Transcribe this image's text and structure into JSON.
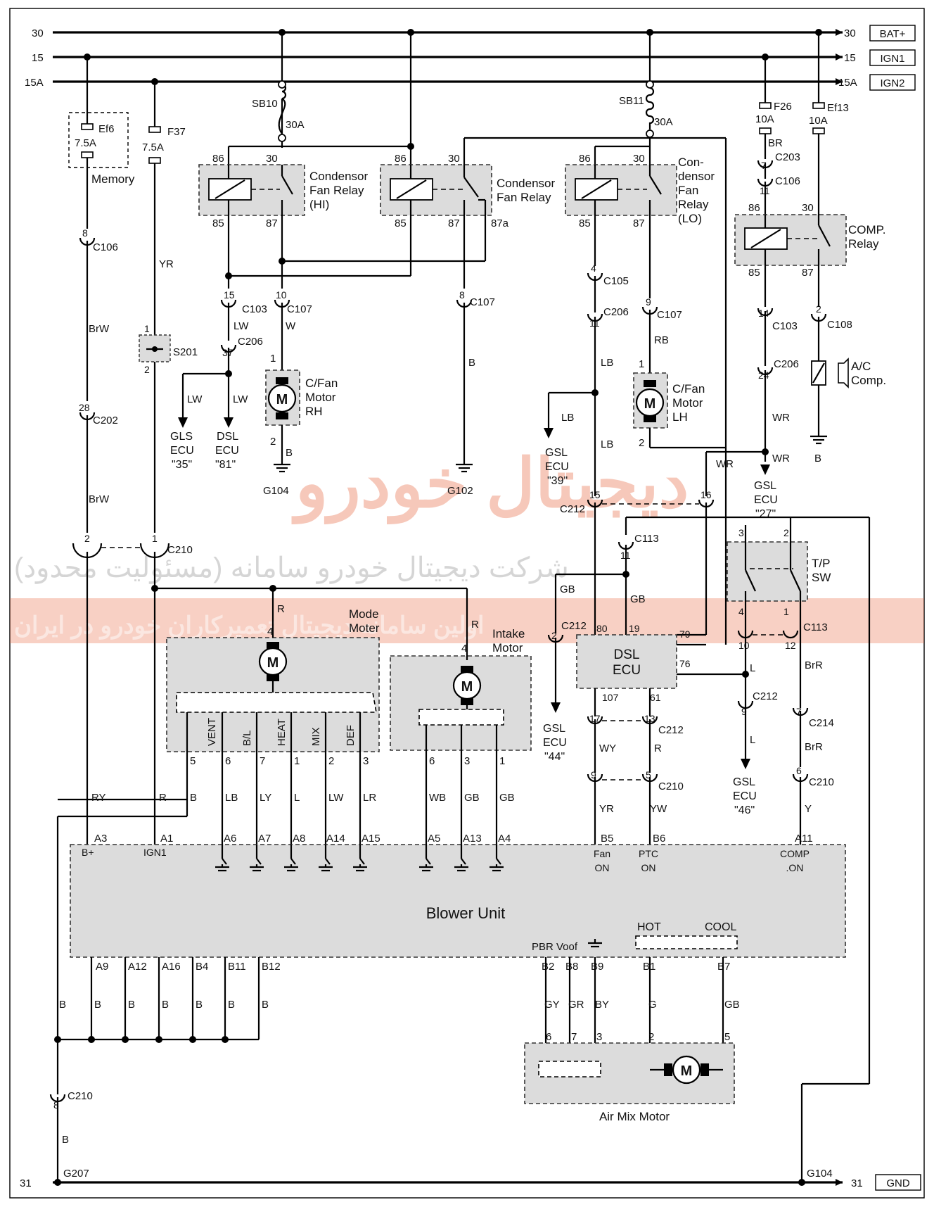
{
  "buses": [
    {
      "left": "30",
      "right": "30",
      "name": "BAT+"
    },
    {
      "left": "15",
      "right": "15",
      "name": "IGN1"
    },
    {
      "left": "15A",
      "right": "15A",
      "name": "IGN2"
    }
  ],
  "ground_bus": {
    "left": "31",
    "right": "31",
    "name": "GND"
  },
  "fuses": {
    "ef6": {
      "name": "Ef6",
      "rating": "7.5A"
    },
    "f37": {
      "name": "F37",
      "rating": "7.5A"
    },
    "sb10": {
      "name": "SB10",
      "rating": "30A"
    },
    "sb11": {
      "name": "SB11",
      "rating": "30A"
    },
    "f26": {
      "name": "F26",
      "rating": "10A"
    },
    "ef13": {
      "name": "Ef13",
      "rating": "10A"
    }
  },
  "memory_label": "Memory",
  "relays": {
    "hi": {
      "line1": "Condensor",
      "line2": "Fan Relay",
      "line3": "(HI)"
    },
    "mid": {
      "line1": "Condensor",
      "line2": "Fan Relay"
    },
    "lo": {
      "line1": "Con-",
      "line2": "densor",
      "line3": "Fan",
      "line4": "Relay",
      "line5": "(LO)"
    },
    "comp": {
      "line1": "COMP.",
      "line2": "Relay"
    }
  },
  "pins": {
    "p86": "86",
    "p30": "30",
    "p85": "85",
    "p87": "87",
    "p87a": "87a"
  },
  "connectors": {
    "c106": "C106",
    "c103": "C103",
    "c107": "C107",
    "c206": "C206",
    "c202": "C202",
    "c105": "C105",
    "c203": "C203",
    "c108": "C108",
    "c210": "C210",
    "c212": "C212",
    "c113": "C113",
    "c214": "C214",
    "s201": "S201"
  },
  "wires": {
    "brw": "BrW",
    "yr": "YR",
    "lw": "LW",
    "w": "W",
    "b": "B",
    "lb": "LB",
    "rb": "RB",
    "br": "BR",
    "wr": "WR",
    "gb": "GB",
    "r": "R",
    "l": "L",
    "brr": "BrR",
    "y": "Y",
    "wy": "WY",
    "yw": "YW",
    "ry": "RY",
    "ly": "LY",
    "wbw": "WB",
    "gy": "GY",
    "gr": "GR",
    "by": "BY",
    "g": "G"
  },
  "motors": {
    "rh": {
      "line1": "C/Fan",
      "line2": "Motor",
      "line3": "RH"
    },
    "lh": {
      "line1": "C/Fan",
      "line2": "Motor",
      "line3": "LH"
    },
    "mode": {
      "line1": "Mode",
      "line2": "Moter"
    },
    "intake": {
      "line1": "Intake",
      "line2": "Motor"
    },
    "air_mix": "Air Mix Motor",
    "m": "M"
  },
  "grounds": {
    "g104": "G104",
    "g102": "G102",
    "g207": "G207"
  },
  "ecu_refs": {
    "gls35": {
      "l1": "GLS",
      "l2": "ECU",
      "l3": "\"35\""
    },
    "dsl81": {
      "l1": "DSL",
      "l2": "ECU",
      "l3": "\"81\""
    },
    "gsl39": {
      "l1": "GSL",
      "l2": "ECU",
      "l3": "\"39\""
    },
    "gsl27": {
      "l1": "GSL",
      "l2": "ECU",
      "l3": "\"27\""
    },
    "gsl44": {
      "l1": "GSL",
      "l2": "ECU",
      "l3": "\"44\""
    },
    "gsl46": {
      "l1": "GSL",
      "l2": "ECU",
      "l3": "\"46\""
    }
  },
  "ac_comp": {
    "line1": "A/C",
    "line2": "Comp."
  },
  "tp_sw": {
    "line1": "T/P",
    "line2": "SW"
  },
  "dsl_ecu": {
    "line1": "DSL",
    "line2": "ECU"
  },
  "mode_positions": [
    "VENT",
    "B/L",
    "HEAT",
    "MIX",
    "DEF"
  ],
  "blower": {
    "title": "Blower Unit",
    "b_plus": "B+",
    "ign1": "IGN1",
    "fan_on_1": "Fan",
    "fan_on_2": "ON",
    "ptc_on_1": "PTC",
    "ptc_on_2": "ON",
    "comp_on_1": "COMP",
    "comp_on_2": ".ON",
    "pbr_voof": "PBR Voof",
    "hot": "HOT",
    "cool": "COOL"
  },
  "top_pins": [
    "A3",
    "A1",
    "A6",
    "A7",
    "A8",
    "A14",
    "A15",
    "A5",
    "A13",
    "A4",
    "B5",
    "B6",
    "A11"
  ],
  "bottom_pins": [
    "A9",
    "A12",
    "A16",
    "B4",
    "B11",
    "B12",
    "B2",
    "B8",
    "B9",
    "B1",
    "B7"
  ],
  "watermark": {
    "brand": "دیجیتال خودرو",
    "company": "شرکت دیجیتال خودرو سامانه (مسئولیت محدود)",
    "slogan": "اولین سامانه دیجیتال تعمیرکاران خودرو در ایران"
  }
}
